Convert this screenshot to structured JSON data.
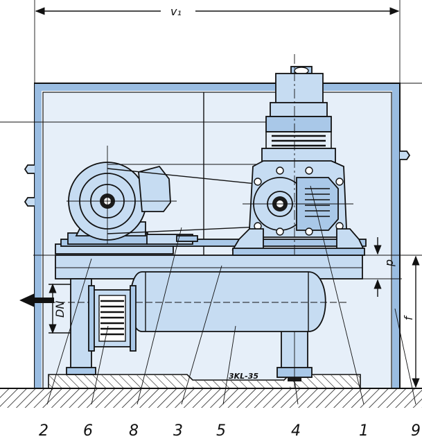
{
  "colors": {
    "fill": "#c6dcf2",
    "fill_dark": "#a9c8e8",
    "cabinet": "#8fb6df",
    "outline": "#111111",
    "hatch": "#222222",
    "background": "#ffffff"
  },
  "dimensions": {
    "width_label": "v₁",
    "dn_label": "DN",
    "p_label": "p",
    "f_label": "f"
  },
  "nameplate": "3KL-35",
  "callouts": [
    "2",
    "6",
    "8",
    "3",
    "5",
    "4",
    "1",
    "9"
  ]
}
